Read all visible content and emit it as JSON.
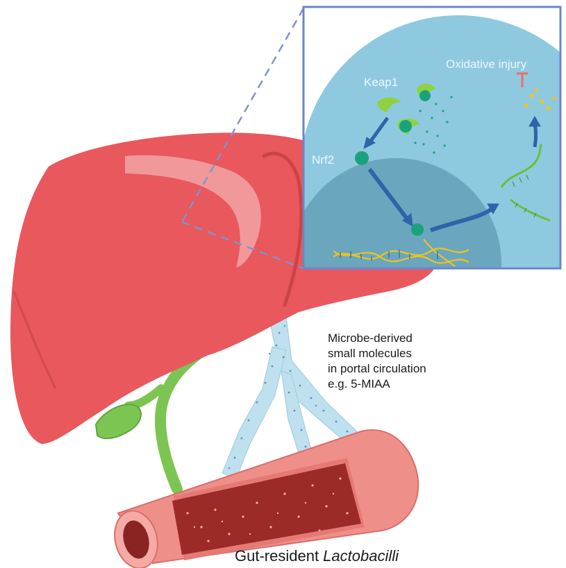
{
  "inset": {
    "labels": {
      "keap1": "Keap1",
      "nrf2": "Nrf2",
      "oxidative_injury": "Oxidative injury"
    }
  },
  "portal_caption": {
    "lines": [
      "Microbe-derived",
      "small molecules",
      "in portal circulation",
      "e.g. 5-MIAA"
    ]
  },
  "gut_caption": {
    "prefix": "Gut-resident ",
    "genus": "Lactobacilli"
  },
  "colors": {
    "liver": "#e8585d",
    "liver_dark": "#c94448",
    "liver_highlight": "#f2a3a6",
    "portal_vessel": "#bfe0ee",
    "gallbladder": "#7cc552",
    "inset_background": "#8ec9df",
    "inset_border": "#6b86c8",
    "nucleus": "#6aa6be",
    "arrow": "#2e64a8",
    "nrf2": "#1aa37a",
    "keap1": "#8fd13f",
    "dna": "#f0c419",
    "inhibitor": "#f06b6b",
    "intestine": "#ef8f8a",
    "intestine_lumen": "#9b2a28"
  }
}
